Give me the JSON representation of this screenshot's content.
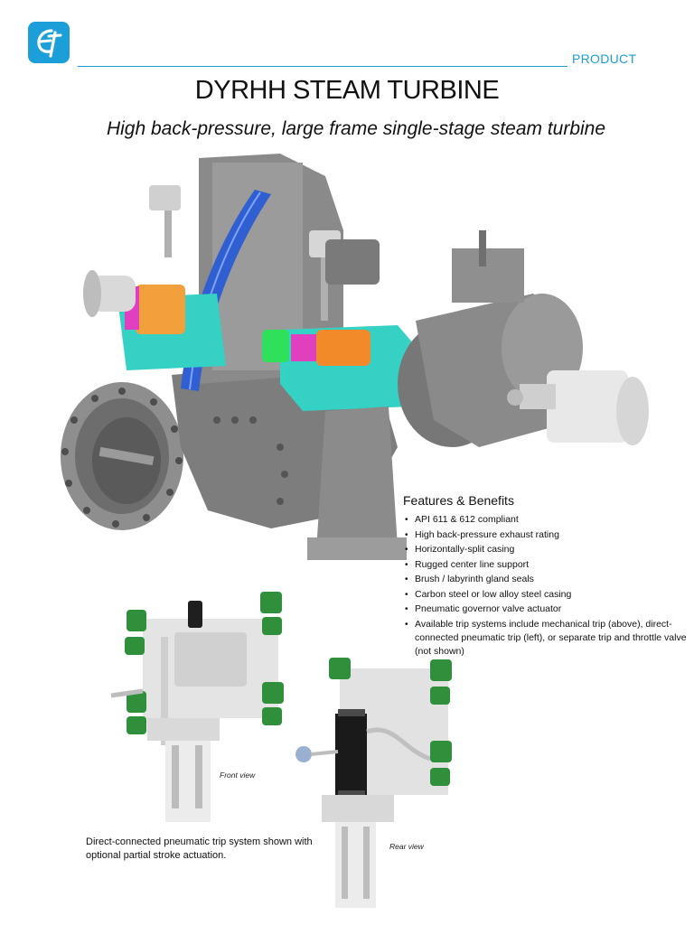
{
  "header": {
    "logo_icon": "et-logo-icon",
    "section_label": "PRODUCT",
    "accent_color": "#1c9fd8"
  },
  "title": "DYRHH STEAM TURBINE",
  "subtitle": "High back-pressure, large frame single-stage steam turbine",
  "features": {
    "heading": "Features & Benefits",
    "items": [
      "API 611 & 612 compliant",
      "High back-pressure exhaust rating",
      "Horizontally-split casing",
      "Rugged center line support",
      "Brush / labyrinth gland seals",
      "Carbon steel or low alloy steel casing",
      "Pneumatic governor valve actuator",
      "Available trip systems include mechanical trip (above), direct-connected pneumatic trip (left), or separate trip and throttle valve (not shown)"
    ]
  },
  "trip_system": {
    "front_caption": "Front view",
    "rear_caption": "Rear view",
    "description": "Direct-connected pneumatic trip system shown with optional partial stroke actuation."
  }
}
